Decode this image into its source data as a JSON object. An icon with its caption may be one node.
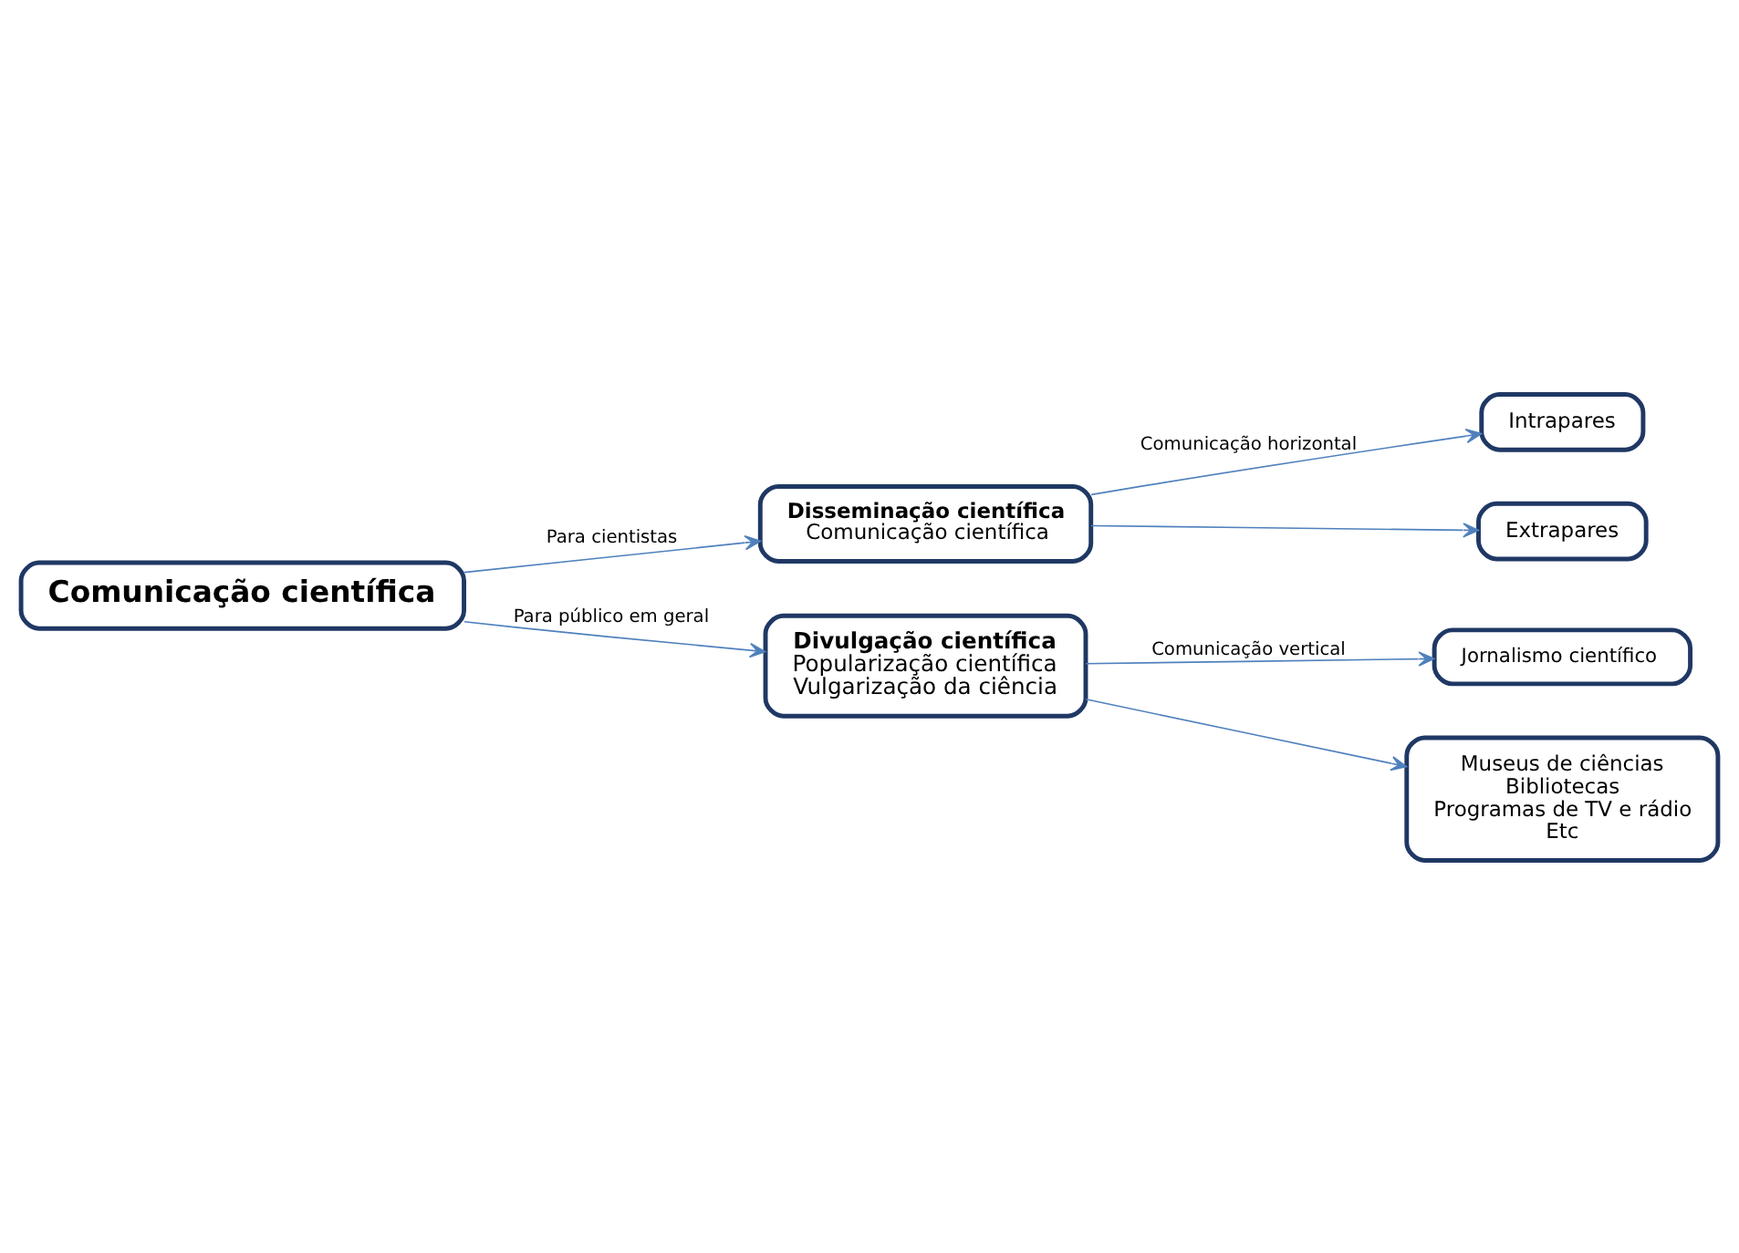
{
  "diagram": {
    "nodes": [
      {
        "text": [
          "Comunicação científica"
        ]
      },
      {
        "text": [
          "Disseminação científica",
          "Comunicação científica"
        ]
      },
      {
        "text": [
          "Intrapares"
        ]
      },
      {
        "text": [
          "Extrapares"
        ]
      },
      {
        "text": [
          "Divulgação científica",
          "Popularização científica",
          "Vulgarização da ciência"
        ]
      },
      {
        "text": [
          "Jornalismo científico"
        ]
      },
      {
        "text": [
          "Museus de ciências",
          "Bibliotecas",
          "Programas de TV e rádio",
          "Etc"
        ]
      }
    ],
    "edges": [
      {
        "from": 0,
        "to": 1,
        "arrow": "to",
        "label": "Para cientistas"
      },
      {
        "from": 0,
        "to": 4,
        "arrow": "to",
        "label": "Para público em geral"
      },
      {
        "from": 1,
        "to": 2,
        "arrow": "to",
        "label": "Comunicação horizontal"
      },
      {
        "from": 1,
        "to": 3,
        "arrow": "to"
      },
      {
        "from": 4,
        "to": 5,
        "arrow": "to",
        "label": "Comunicação vertical"
      },
      {
        "from": 4,
        "to": 6,
        "arrow": "to"
      }
    ]
  }
}
